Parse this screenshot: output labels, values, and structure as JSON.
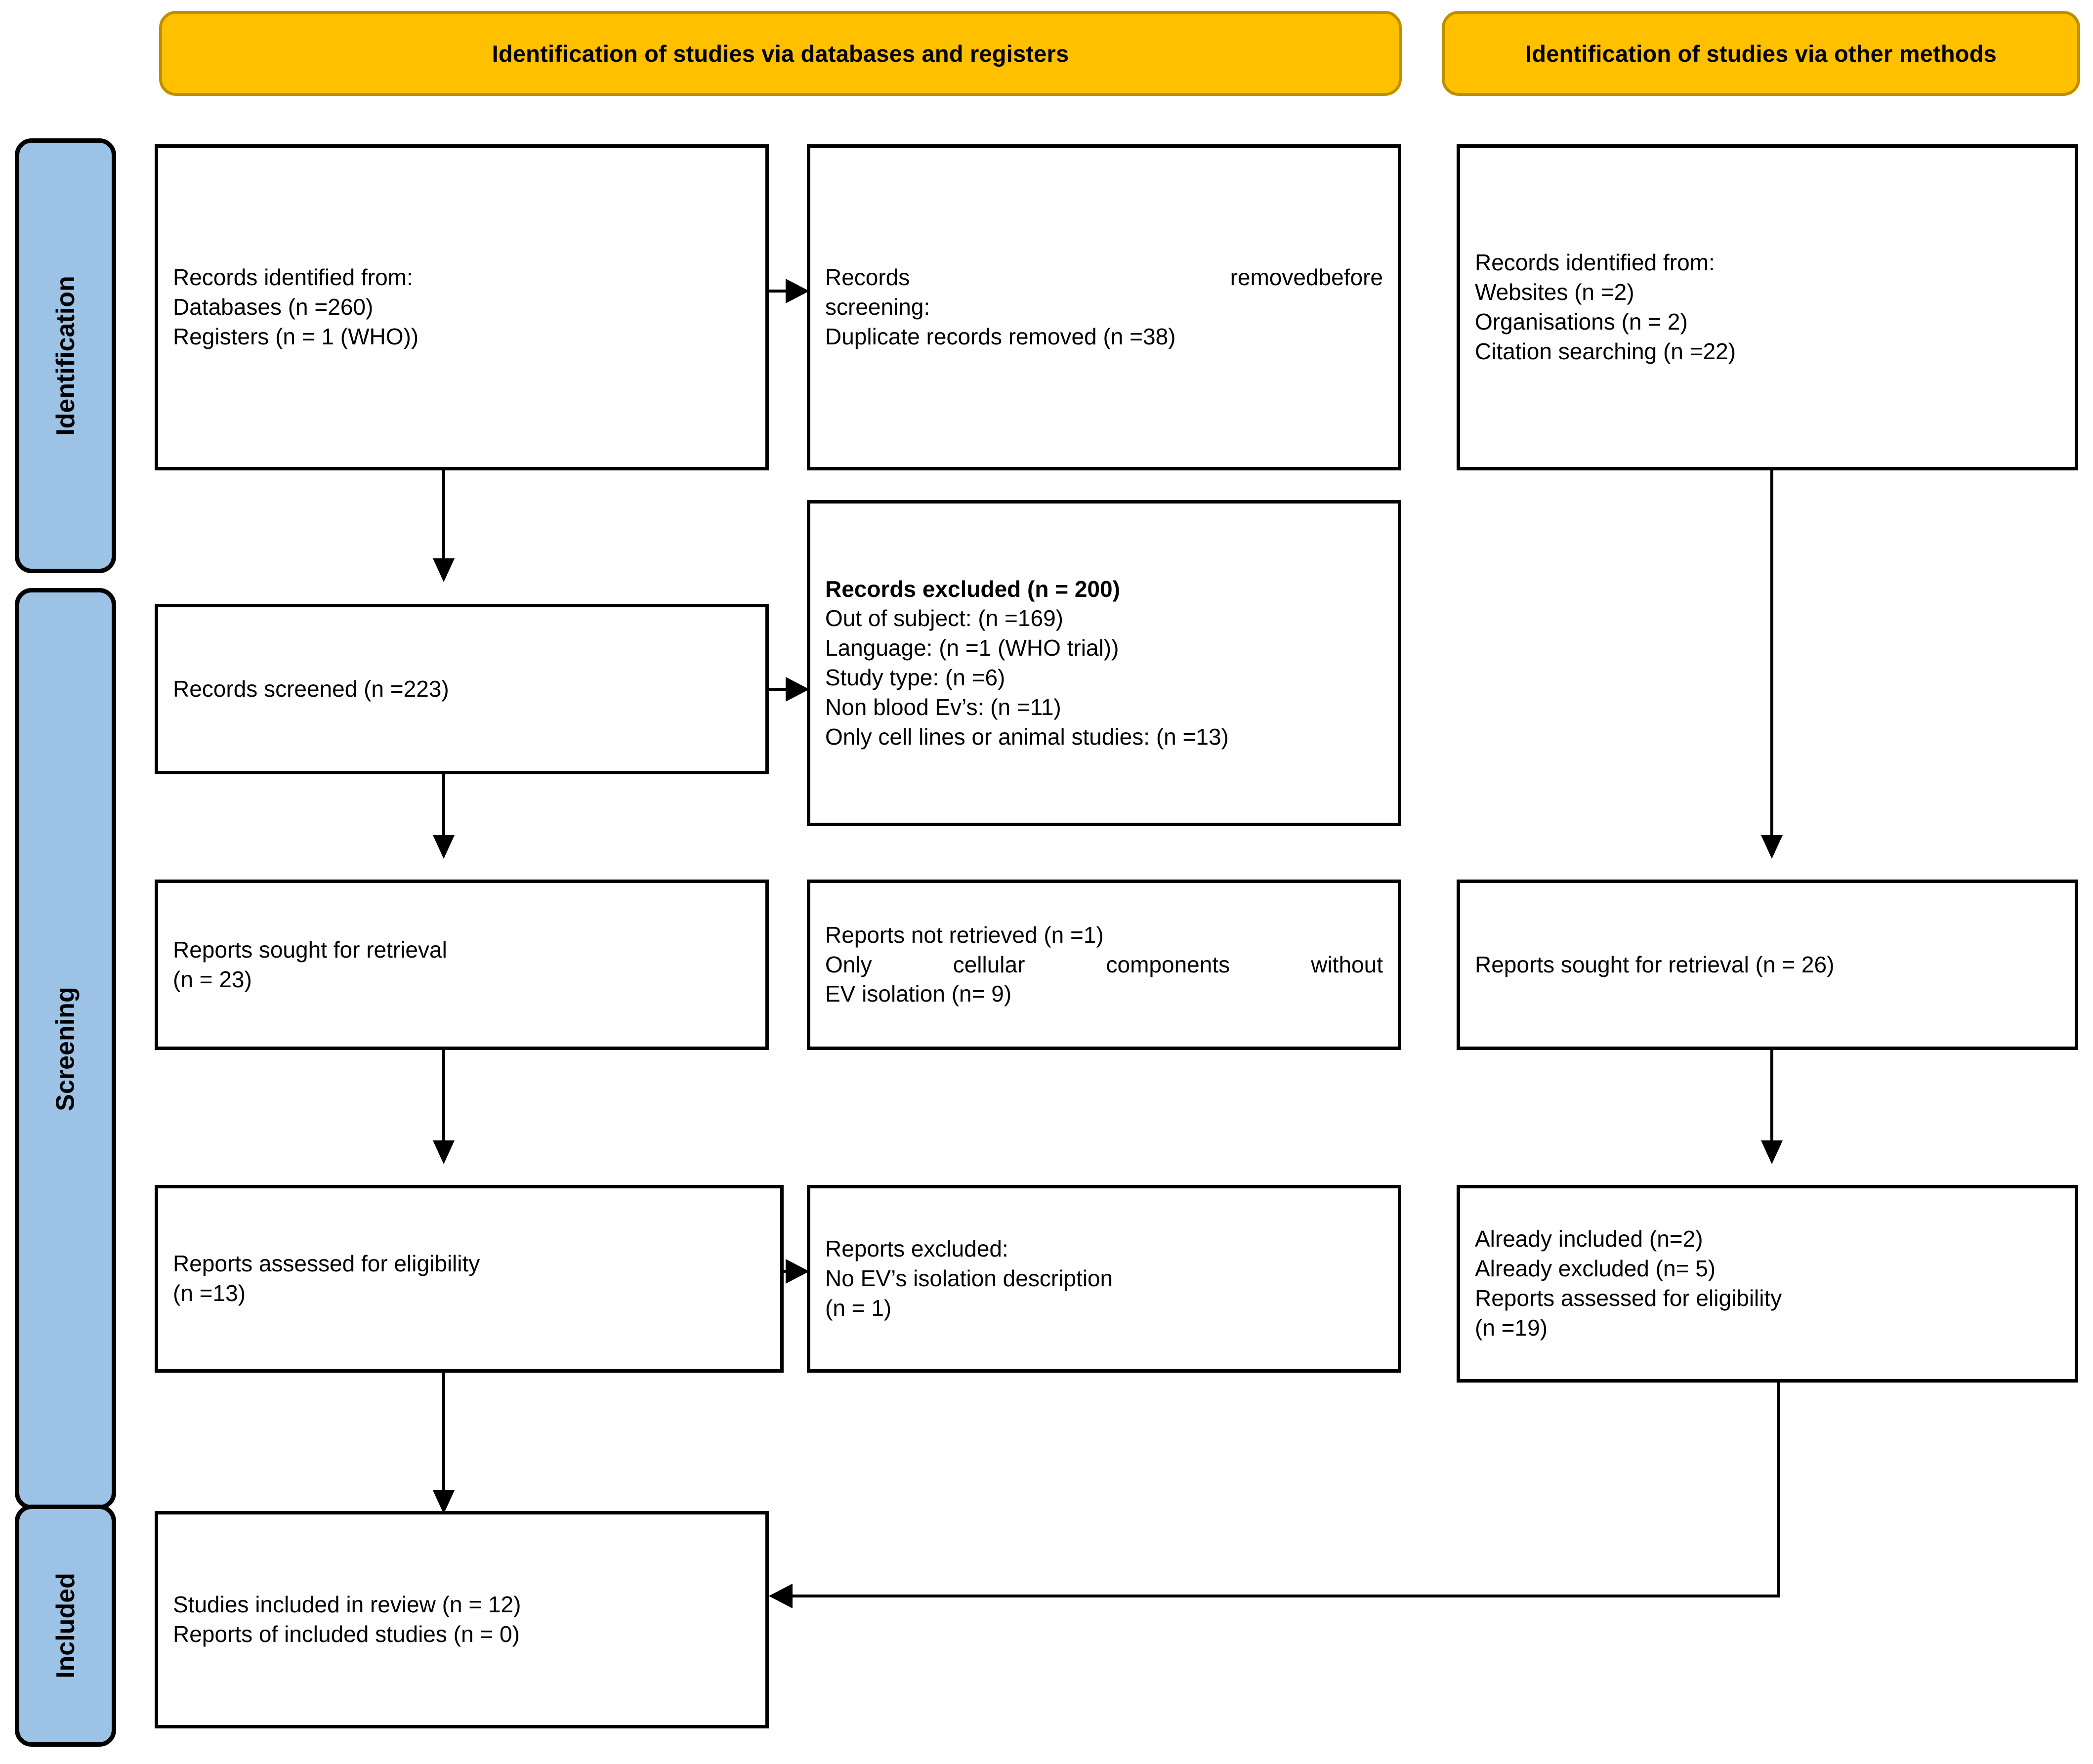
{
  "banners": {
    "databases": "Identification of studies via databases and registers",
    "other_methods": "Identification of studies via other methods"
  },
  "stage_labels": {
    "identification": "Identification",
    "screening": "Screening",
    "included": "Included"
  },
  "boxes": {
    "records_identified": {
      "lines": [
        "Records identified from:",
        "Databases (n =260)",
        "Registers (n = 1 (WHO))"
      ]
    },
    "records_removed": {
      "lines": [
        "Records removed ",
        "before screening",
        ":",
        "Duplicate records removed (n =38)"
      ],
      "line1a": "Records        removed",
      "line1b": "before",
      "line2a": "screening",
      "line2b": ":",
      "line3": "Duplicate records removed (n =38)"
    },
    "other_identified": {
      "lines": [
        "Records identified from:",
        "Websites (n =2)",
        "Organisations (n = 2)",
        "Citation searching (n =22)"
      ]
    },
    "records_screened": {
      "lines": [
        "Records screened (n =223)"
      ]
    },
    "records_excluded": {
      "title": "Records excluded (n = 200)",
      "lines": [
        "Out of subject: (n =169)",
        "Language: (n =1 (WHO trial))",
        "Study type: (n =6)",
        "Non blood Ev’s: (n =11)",
        "Only cell lines or animal studies: (n =13)"
      ]
    },
    "reports_sought_left": {
      "lines": [
        "Reports sought for retrieval",
        "(n = 23)"
      ]
    },
    "reports_not_retrieved": {
      "lines": [
        "Reports not retrieved (n =1)",
        "Only  cellular  components  without EV isolation (n= 9)"
      ],
      "line1": "Reports not retrieved (n =1)",
      "line2a": "Only   cellular   components   without",
      "line2b": "EV isolation (n= 9)"
    },
    "reports_sought_right": {
      "lines": [
        "Reports sought for retrieval (n = 26)"
      ]
    },
    "reports_assessed_left": {
      "lines": [
        "Reports assessed for eligibility",
        "(n =13)"
      ]
    },
    "reports_excluded": {
      "lines": [
        "Reports excluded:",
        "No EV’s isolation description",
        "(n = 1)"
      ]
    },
    "other_assessed": {
      "lines": [
        "Already included (n=2)",
        "Already excluded (n= 5)",
        "Reports assessed for eligibility",
        "(n =19)"
      ]
    },
    "studies_included": {
      "lines": [
        "Studies included in review (n = 12)",
        "Reports of included studies (n = 0)"
      ]
    }
  },
  "colors": {
    "banner_fill": "#FFC000",
    "banner_border": "#BF8F00",
    "stage_fill": "#9CC3E5",
    "box_border": "#000000",
    "connector": "#000000"
  }
}
